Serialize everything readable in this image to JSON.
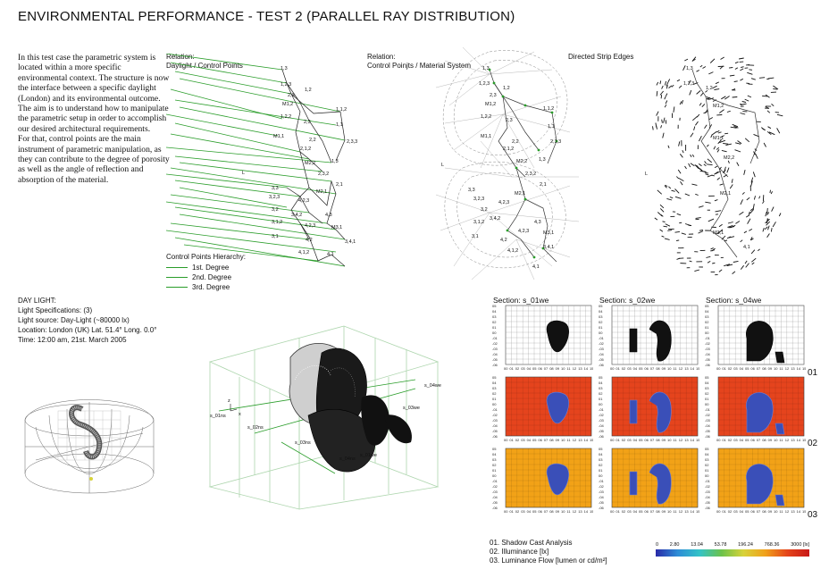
{
  "title": "ENVIRONMENTAL PERFORMANCE - TEST 2 (PARALLEL RAY DISTRIBUTION)",
  "intro": {
    "p1": "In this test case the parametric system is located within a more specific environmental context. The structure is now the interface between a specific daylight (London) and its environmental outcome.",
    "p2": "The aim is to understand how to manipulate the parametric setup in order to accomplish our desired architectural requirements.",
    "p3": "For that, control points are the main instrument of parametric manipulation, as they can contribute to the degree of porosity as well as the angle of reflection and absorption of the material."
  },
  "relation1": {
    "line1": "Relation:",
    "line2": "Daylight / Control Points"
  },
  "relation2": {
    "line1": "Relation:",
    "line2": "Control Poinjts / Material System"
  },
  "relation3": {
    "line1": "Directed Strip Edges"
  },
  "point_labels": [
    "1,3",
    "1,2,3",
    "1,2",
    "2,3",
    "M1,2",
    "1,1,2",
    "1,2,2",
    "2,3",
    "1,1",
    "M1,1",
    "2,2",
    "2,3,3",
    "2,1,2",
    "1,3",
    "M2,2",
    "2,3,2",
    "2,1",
    "3,3",
    "M2,1",
    "3,2,3",
    "4,2,3",
    "3,2",
    "3,4,2",
    "4,3",
    "3,1,2",
    "4,2,3",
    "M3,1",
    "3,1",
    "4,2",
    "3,4,1",
    "4,1,2",
    "4,1",
    "L"
  ],
  "hierarchy": {
    "title": "Control Points Hierarchy:",
    "items": [
      "1st. Degree",
      "2nd. Degree",
      "3rd. Degree"
    ]
  },
  "daylight": {
    "heading": "DAY LIGHT:",
    "spec": "Light Specifications: (3)",
    "source": "Light source: Day-Light (~80000 lx)",
    "location": "Location: London (UK) Lat. 51.4° Long. 0.0°",
    "time": "Time: 12:00 am, 21st. March 2005"
  },
  "labels3d": [
    "s_01ns",
    "s_02ns",
    "s_03ns",
    "s_04ns",
    "s_01we",
    "s_03we",
    "s_04we",
    "z",
    "x"
  ],
  "sections": {
    "titles": [
      "Section: s_01we",
      "Section: s_02we",
      "Section: s_04we"
    ],
    "rows": [
      "01",
      "02",
      "03"
    ],
    "x_ticks": [
      "00",
      "01",
      "02",
      "03",
      "04",
      "05",
      "06",
      "07",
      "08",
      "09",
      "10",
      "11",
      "12",
      "13",
      "14",
      "15"
    ],
    "y_ticks": [
      "05",
      "04",
      "03",
      "02",
      "01",
      "00",
      "-01",
      "-02",
      "-03",
      "-04",
      "-05",
      "-06"
    ]
  },
  "legend": {
    "l1": "01. Shadow Cast Analysis",
    "l2": "02. Illuminance [lx]",
    "l3": "03. Luminance Flow [lumen or cd/m²]"
  },
  "scale": [
    "0",
    "2.80",
    "13.04",
    "53.78",
    "196.24",
    "768.36",
    "3000 [lx]"
  ],
  "colors": {
    "rule_green": "#2a9d2a",
    "illuminance_red": "#e5441d",
    "luminance_orange": "#f2a217",
    "shadow_blue": "#3a4fb8"
  }
}
